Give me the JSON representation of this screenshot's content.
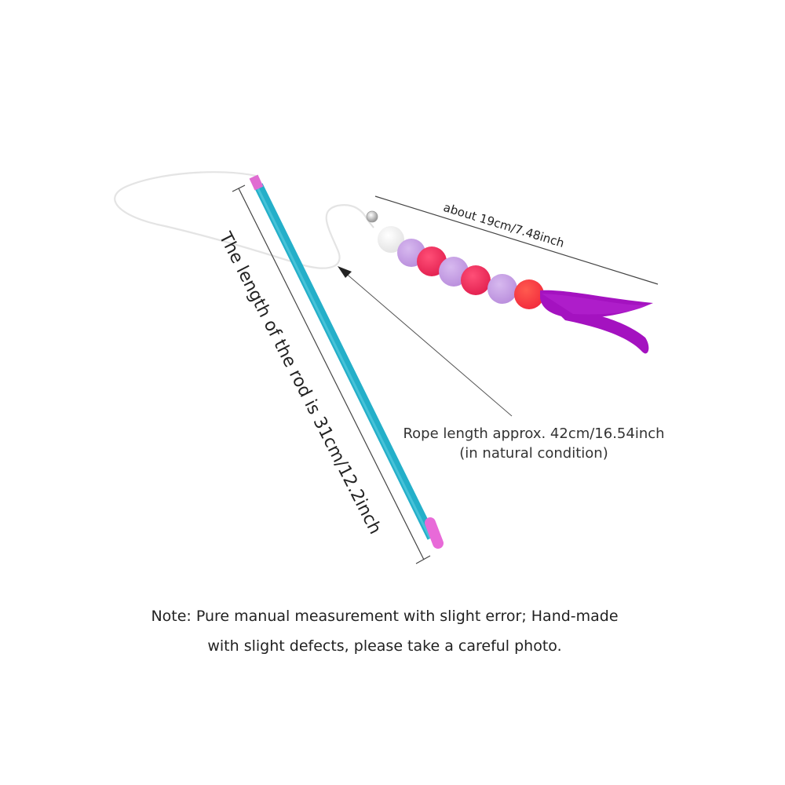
{
  "image": {
    "subject": "cat teaser wand toy with pom-pom string and feathers",
    "colors": {
      "rod": "#29b6cf",
      "rod_tips": "#e26bd4",
      "pom_white": "#f4f4f4",
      "pom_lavender": "#c8a2e6",
      "pom_pink": "#f2345e",
      "pom_coral": "#fa4a4a",
      "feather": "#a412c0",
      "rope": "#e8e8e8",
      "lines": "#444444"
    }
  },
  "annotations": {
    "feather_length": "about 19cm/7.48inch",
    "rod_length": "The length of the rod is 31cm/12.2inch",
    "rope_length_line1": "Rope length approx. 42cm/16.54inch",
    "rope_length_line2": "(in natural condition)"
  },
  "note": {
    "line1": "Note: Pure manual measurement with slight error; Hand-made",
    "line2": "with slight defects, please take a careful photo."
  }
}
